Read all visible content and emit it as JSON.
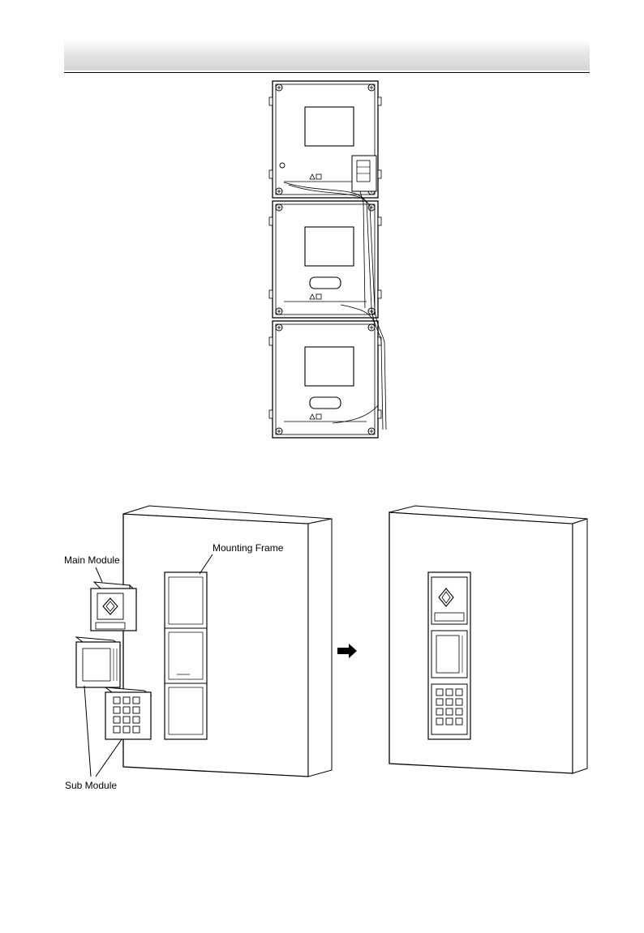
{
  "header": {
    "title": ""
  },
  "figure2": {
    "labels": {
      "main_module": "Main Module",
      "mounting_frame": "Mounting Frame",
      "sub_module": "Sub Module"
    }
  }
}
